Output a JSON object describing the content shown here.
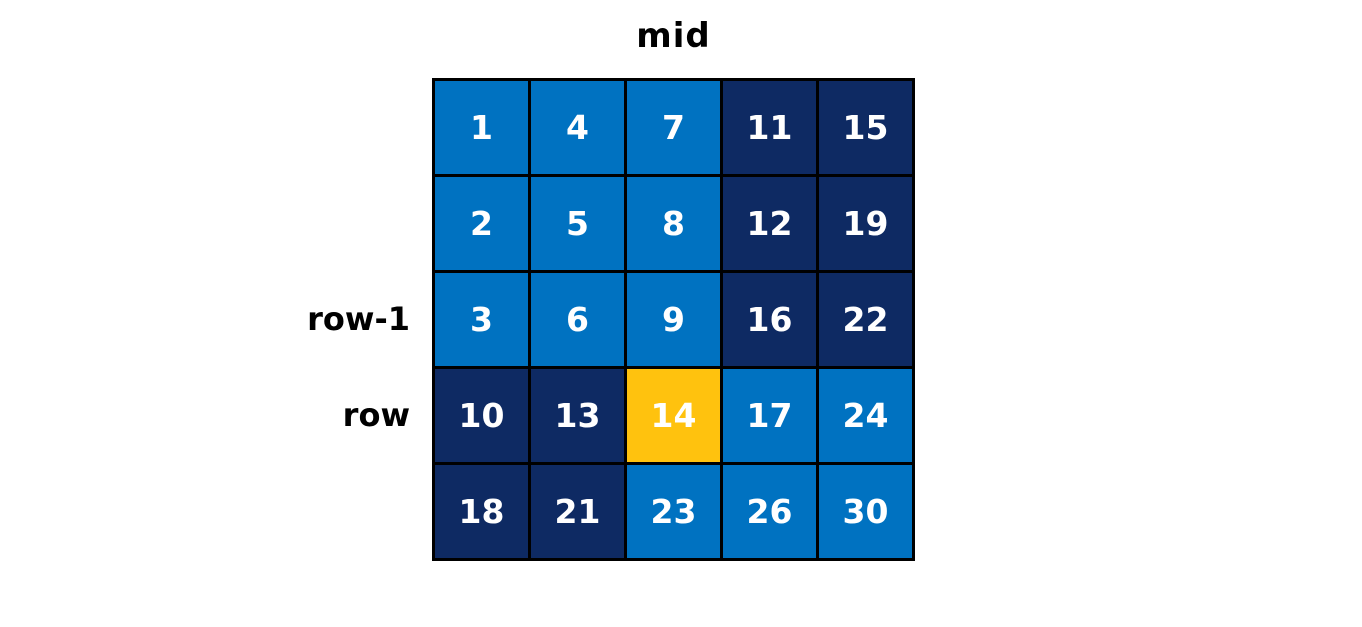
{
  "labels": {
    "column": {
      "text": "mid"
    },
    "rows": [
      {
        "text": "row-1",
        "row_index": 2
      },
      {
        "text": "row",
        "row_index": 3
      }
    ]
  },
  "colors": {
    "light_blue": "#0072C1",
    "dark_navy": "#0E2A63",
    "highlight_yellow": "#FFC20E",
    "cell_text": "#FFFFFF",
    "grid_border": "#000000",
    "label_text": "#000000",
    "background": "#FFFFFF"
  },
  "grid": {
    "rows": 5,
    "cols": 5,
    "cells": [
      [
        {
          "value": "1",
          "color": "light_blue"
        },
        {
          "value": "4",
          "color": "light_blue"
        },
        {
          "value": "7",
          "color": "light_blue"
        },
        {
          "value": "11",
          "color": "dark_navy"
        },
        {
          "value": "15",
          "color": "dark_navy"
        }
      ],
      [
        {
          "value": "2",
          "color": "light_blue"
        },
        {
          "value": "5",
          "color": "light_blue"
        },
        {
          "value": "8",
          "color": "light_blue"
        },
        {
          "value": "12",
          "color": "dark_navy"
        },
        {
          "value": "19",
          "color": "dark_navy"
        }
      ],
      [
        {
          "value": "3",
          "color": "light_blue"
        },
        {
          "value": "6",
          "color": "light_blue"
        },
        {
          "value": "9",
          "color": "light_blue"
        },
        {
          "value": "16",
          "color": "dark_navy"
        },
        {
          "value": "22",
          "color": "dark_navy"
        }
      ],
      [
        {
          "value": "10",
          "color": "dark_navy"
        },
        {
          "value": "13",
          "color": "dark_navy"
        },
        {
          "value": "14",
          "color": "highlight_yellow"
        },
        {
          "value": "17",
          "color": "light_blue"
        },
        {
          "value": "24",
          "color": "light_blue"
        }
      ],
      [
        {
          "value": "18",
          "color": "dark_navy"
        },
        {
          "value": "21",
          "color": "dark_navy"
        },
        {
          "value": "23",
          "color": "light_blue"
        },
        {
          "value": "26",
          "color": "light_blue"
        },
        {
          "value": "30",
          "color": "light_blue"
        }
      ]
    ],
    "highlighted_cell": {
      "row": 3,
      "col": 2,
      "value": "14"
    }
  }
}
